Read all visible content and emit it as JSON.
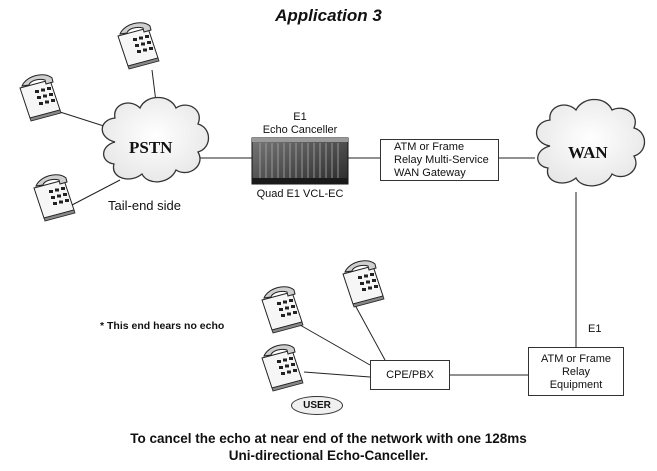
{
  "title": "Application 3",
  "pstn": {
    "cloud_label": "PSTN",
    "side_label": "Tail-end side"
  },
  "echo_canceller": {
    "line_label": "E1",
    "name": "Echo Canceller",
    "model": "Quad E1 VCL-EC"
  },
  "wan_gateway": {
    "line1": "ATM  or Frame",
    "line2": "Relay Multi-Service",
    "line3": "WAN Gateway"
  },
  "wan": {
    "cloud_label": "WAN"
  },
  "relay_link_label": "E1",
  "relay_equipment": {
    "line1": "ATM  or Frame",
    "line2": "Relay",
    "line3": "Equipment"
  },
  "cpe_pbx": {
    "label": "CPE/PBX"
  },
  "note": "*  This end hears no echo",
  "user_badge": "USER",
  "footer": {
    "line1": "To cancel the echo at near end of the network with one 128ms",
    "line2": "Uni-directional Echo-Canceller."
  }
}
